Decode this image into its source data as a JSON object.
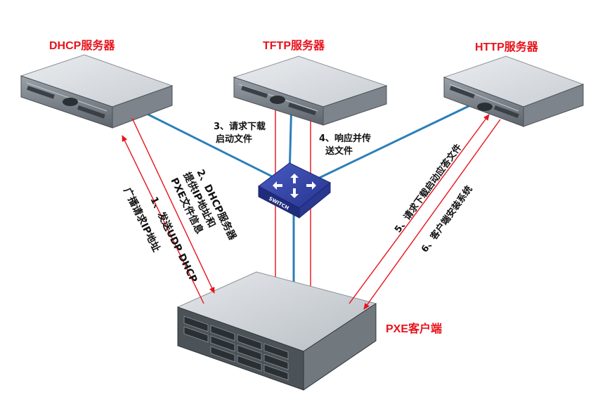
{
  "servers": {
    "dhcp": {
      "title": "DHCP服务器"
    },
    "tftp": {
      "title": "TFTP服务器"
    },
    "http": {
      "title": "HTTP服务器"
    }
  },
  "client": {
    "title": "PXE客户端"
  },
  "switch": {
    "label": "SWITCH"
  },
  "steps": [
    {
      "lines": [
        "1、发送UDP DHCP",
        "广播请求IP地址"
      ]
    },
    {
      "lines": [
        "2、DHCP服务器",
        "提供IP地址和",
        "PXE文件信息"
      ]
    },
    {
      "lines": [
        "3、请求下载",
        "启动文件"
      ]
    },
    {
      "lines": [
        "4、响应并传",
        "送文件"
      ]
    },
    {
      "lines": [
        "5、请求下载启动应答文件"
      ]
    },
    {
      "lines": [
        "6、客户端安装系统"
      ]
    }
  ],
  "colors": {
    "title_red": "#e8121a",
    "arrow_red": "#e8121a",
    "link_blue": "#2c7fb8",
    "switch_blue": "#2a3b9a"
  }
}
